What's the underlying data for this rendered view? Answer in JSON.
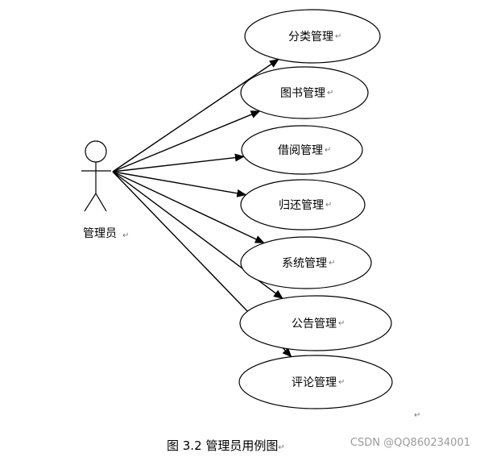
{
  "actor": {
    "label": "管理员",
    "mark": "↵"
  },
  "use_cases": [
    {
      "label": "分类管理",
      "mark": "↵"
    },
    {
      "label": "图书管理",
      "mark": "↵"
    },
    {
      "label": "借阅管理",
      "mark": "↵"
    },
    {
      "label": "归还管理",
      "mark": "↵"
    },
    {
      "label": "系统管理",
      "mark": "↵"
    },
    {
      "label": "公告管理",
      "mark": "↵"
    },
    {
      "label": "评论管理",
      "mark": "↵"
    }
  ],
  "stray_mark": "↵",
  "caption": "图 3.2 管理员用例图",
  "caption_mark": "↵",
  "watermark": "CSDN @QQ860234001"
}
